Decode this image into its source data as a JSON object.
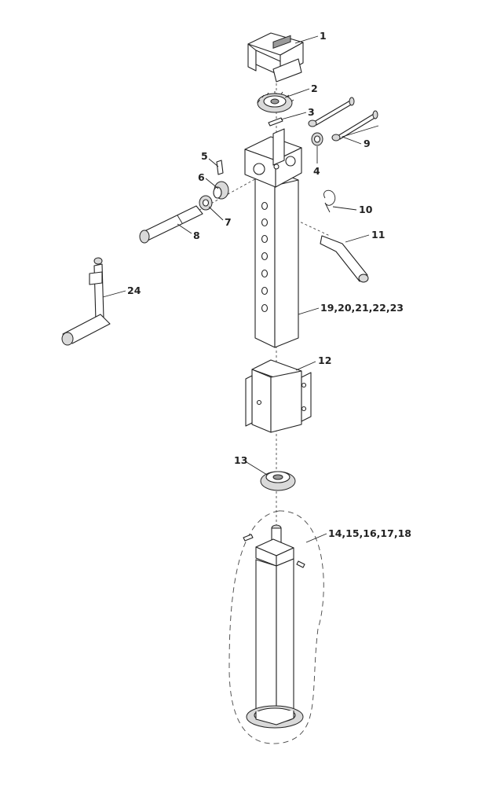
{
  "diagram": {
    "callouts": [
      {
        "id": "c1",
        "label": "1"
      },
      {
        "id": "c2",
        "label": "2"
      },
      {
        "id": "c3",
        "label": "3"
      },
      {
        "id": "c4",
        "label": "4"
      },
      {
        "id": "c5",
        "label": "5"
      },
      {
        "id": "c6",
        "label": "6"
      },
      {
        "id": "c7",
        "label": "7"
      },
      {
        "id": "c8",
        "label": "8"
      },
      {
        "id": "c9",
        "label": "9"
      },
      {
        "id": "c10",
        "label": "10"
      },
      {
        "id": "c11",
        "label": "11"
      },
      {
        "id": "c12",
        "label": "12"
      },
      {
        "id": "c13",
        "label": "13"
      },
      {
        "id": "c14",
        "label": "14,15,16,17,18"
      },
      {
        "id": "c19",
        "label": "19,20,21,22,23"
      },
      {
        "id": "c24",
        "label": "24"
      }
    ]
  }
}
